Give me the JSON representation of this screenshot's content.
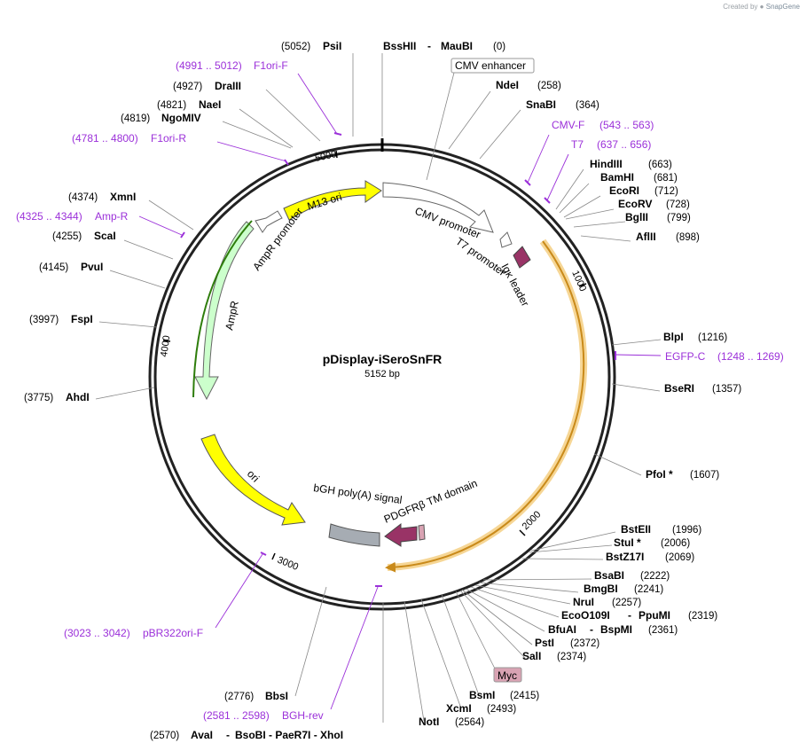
{
  "watermark": {
    "prefix": "Created by",
    "brand": "SnapGene"
  },
  "plasmid": {
    "name": "pDisplay-iSeroSnFR",
    "size_label": "5152 bp"
  },
  "ticks": [
    "1000",
    "2000",
    "3000",
    "4000",
    "5000"
  ],
  "features": [
    {
      "label": "M13 ori"
    },
    {
      "label": "CMV promoter"
    },
    {
      "label": "T7 promoter"
    },
    {
      "label": "Igκ leader"
    },
    {
      "label": "AmpR promoter"
    },
    {
      "label": "AmpR"
    },
    {
      "label": "ori"
    },
    {
      "label": "bGH poly(A) signal"
    },
    {
      "label": "PDGFRβ TM domain"
    }
  ],
  "boxed_features": [
    {
      "label": "CMV enhancer"
    },
    {
      "label": "Myc"
    }
  ],
  "enzymes": [
    {
      "name": "PsiI",
      "pos": "(5052)"
    },
    {
      "name": "BssHII",
      "pos": "(0)",
      "extra": "MauBI"
    },
    {
      "name": "DraIII",
      "pos": "(4927)"
    },
    {
      "name": "NaeI",
      "pos": "(4821)"
    },
    {
      "name": "NgoMIV",
      "pos": "(4819)"
    },
    {
      "name": "NdeI",
      "pos": "(258)"
    },
    {
      "name": "SnaBI",
      "pos": "(364)"
    },
    {
      "name": "HindIII",
      "pos": "(663)"
    },
    {
      "name": "BamHI",
      "pos": "(681)"
    },
    {
      "name": "EcoRI",
      "pos": "(712)"
    },
    {
      "name": "EcoRV",
      "pos": "(728)"
    },
    {
      "name": "BglII",
      "pos": "(799)"
    },
    {
      "name": "AflII",
      "pos": "(898)"
    },
    {
      "name": "XmnI",
      "pos": "(4374)"
    },
    {
      "name": "ScaI",
      "pos": "(4255)"
    },
    {
      "name": "PvuI",
      "pos": "(4145)"
    },
    {
      "name": "FspI",
      "pos": "(3997)"
    },
    {
      "name": "AhdI",
      "pos": "(3775)"
    },
    {
      "name": "BlpI",
      "pos": "(1216)"
    },
    {
      "name": "BseRI",
      "pos": "(1357)"
    },
    {
      "name": "PfoI *",
      "pos": "(1607)"
    },
    {
      "name": "BstEII",
      "pos": "(1996)"
    },
    {
      "name": "StuI *",
      "pos": "(2006)"
    },
    {
      "name": "BstZ17I",
      "pos": "(2069)"
    },
    {
      "name": "BsaBI",
      "pos": "(2222)"
    },
    {
      "name": "BmgBI",
      "pos": "(2241)"
    },
    {
      "name": "NruI",
      "pos": "(2257)"
    },
    {
      "name": "EcoO109I",
      "pos": "(2319)",
      "extra": "PpuMI"
    },
    {
      "name": "BfuAI",
      "pos": "(2361)",
      "extra": "BspMI"
    },
    {
      "name": "PstI",
      "pos": "(2372)"
    },
    {
      "name": "SalI",
      "pos": "(2374)"
    },
    {
      "name": "BsmI",
      "pos": "(2415)"
    },
    {
      "name": "XcmI",
      "pos": "(2493)"
    },
    {
      "name": "NotI",
      "pos": "(2564)"
    },
    {
      "name": "BbsI",
      "pos": "(2776)"
    },
    {
      "name": "AvaI",
      "pos": "(2570)",
      "extra": "BsoBI - PaeR7I - XhoI"
    }
  ],
  "primers": [
    {
      "range": "(4991 .. 5012)",
      "name": "F1ori-F"
    },
    {
      "range": "(4781 .. 4800)",
      "name": "F1ori-R"
    },
    {
      "name": "CMV-F",
      "range": "(543 .. 563)"
    },
    {
      "name": "T7",
      "range": "(637 .. 656)"
    },
    {
      "range": "(4325 .. 4344)",
      "name": "Amp-R"
    },
    {
      "name": "EGFP-C",
      "range": "(1248 .. 1269)"
    },
    {
      "range": "(3023 .. 3042)",
      "name": "pBR322ori-F"
    },
    {
      "range": "(2581 .. 2598)",
      "name": "BGH-rev"
    }
  ],
  "colors": {
    "backbone": "#222222",
    "primer": "#9b30d9",
    "ori": "#ffff00",
    "ampr": "#ccffcc",
    "promoter": "#ffffff",
    "leader": "#993366",
    "polyA": "#a6acb3",
    "orf": "#ffcc66",
    "myc": "#d9a3b3"
  }
}
